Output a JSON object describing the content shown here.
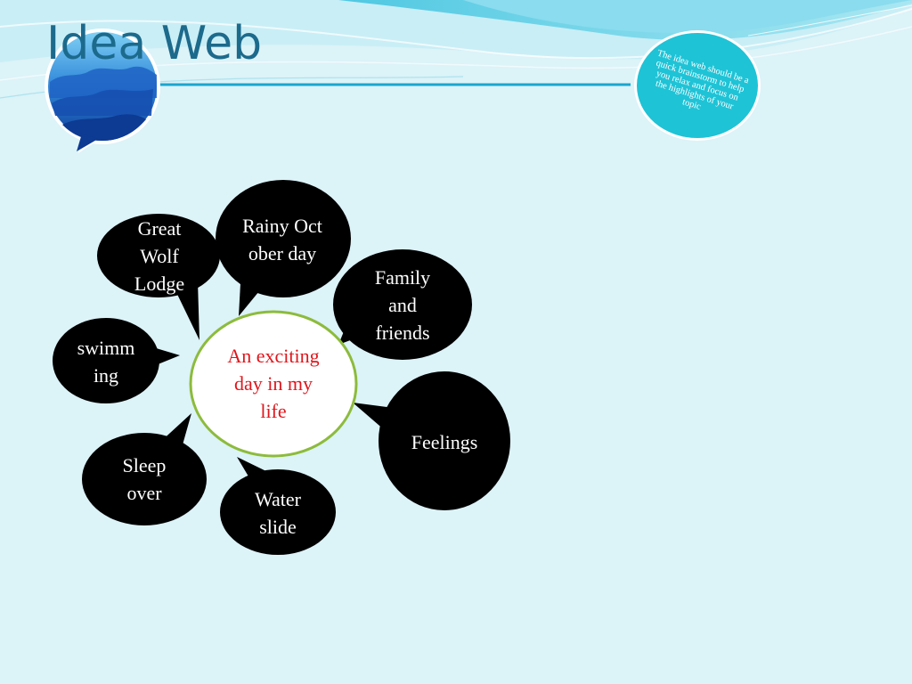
{
  "slide": {
    "title": "Idea Web",
    "note": "The idea web should be a quick brainstorm to help you relax and focus on the highlights of your topic"
  },
  "center": {
    "label": "An exciting day in my life"
  },
  "ideas": [
    {
      "id": "great-wolf-lodge",
      "label": "Great Wolf Lodge"
    },
    {
      "id": "rainy-october-day",
      "label": "Rainy October day"
    },
    {
      "id": "family-and-friends",
      "label": "Family and friends"
    },
    {
      "id": "swimming",
      "label": "swimming"
    },
    {
      "id": "feelings",
      "label": "Feelings"
    },
    {
      "id": "sleep-over",
      "label": "Sleep over"
    },
    {
      "id": "water-slide",
      "label": "Water slide"
    }
  ],
  "colors": {
    "background": "#dcf3f8",
    "title": "#1c6a8c",
    "bubble": "#000000",
    "bubble_text": "#ffffff",
    "center_fill": "#ffffff",
    "center_border": "#8dbb3c",
    "center_text": "#e0161c",
    "note_fill": "#1ec3d6"
  }
}
